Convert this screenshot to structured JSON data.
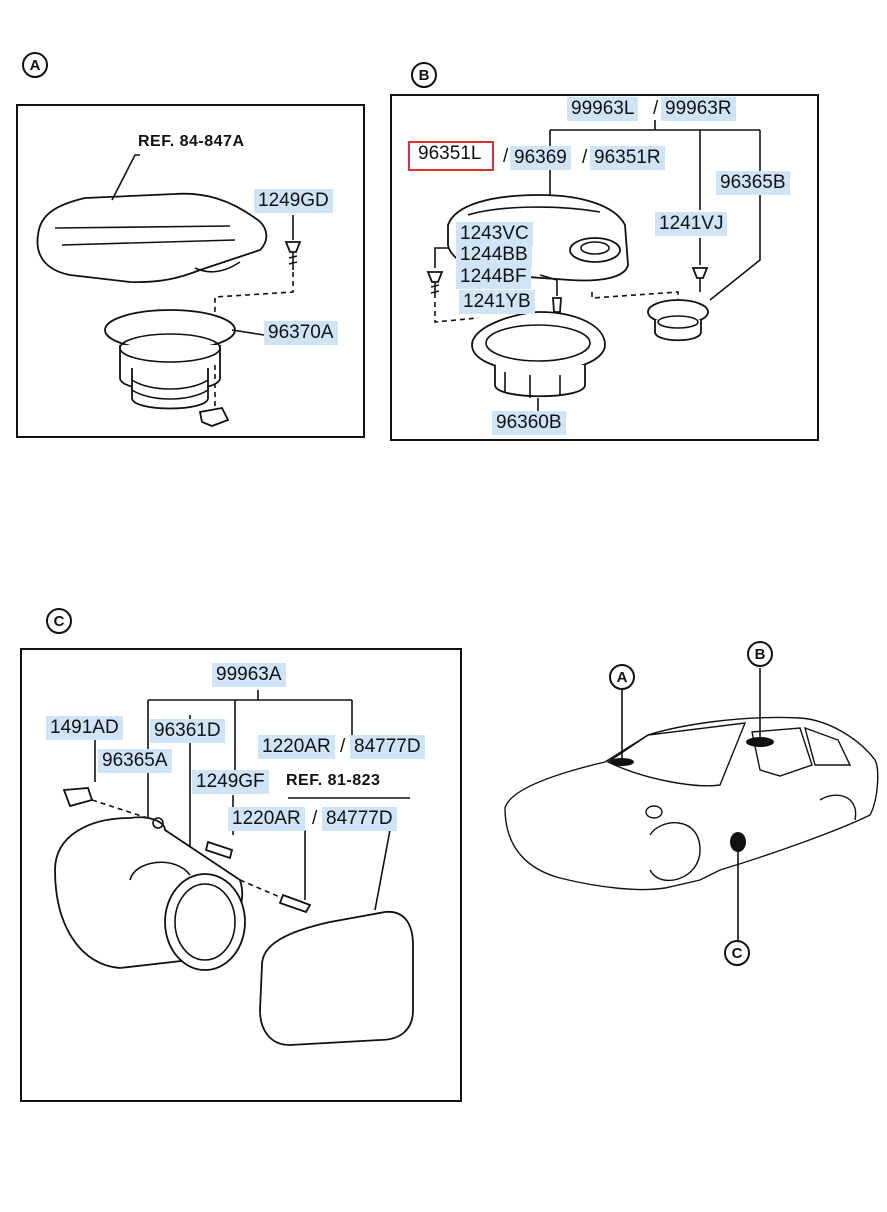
{
  "sections": {
    "a": {
      "badge": "A",
      "ref": "REF. 84-847A",
      "parts": [
        "1249GD",
        "96370A"
      ]
    },
    "b": {
      "badge": "B",
      "parts": {
        "p99963L": "99963L",
        "p99963R": "99963R",
        "p96351L": "96351L",
        "p96369": "96369",
        "p96351R": "96351R",
        "p96365B": "96365B",
        "p1241VJ": "1241VJ",
        "p1243VC": "1243VC",
        "p1244BB": "1244BB",
        "p1244BF": "1244BF",
        "p1241YB": "1241YB",
        "p96360B": "96360B"
      },
      "selected": "96351L"
    },
    "c": {
      "badge": "C",
      "ref": "REF. 81-823",
      "parts": {
        "p99963A": "99963A",
        "p1491AD": "1491AD",
        "p96361D": "96361D",
        "p1220AR_top": "1220AR",
        "p84777D_top": "84777D",
        "p96365A": "96365A",
        "p1249GF": "1249GF",
        "p1220AR_mid": "1220AR",
        "p84777D_mid": "84777D"
      }
    },
    "car": {
      "callouts": [
        "A",
        "B",
        "C"
      ]
    }
  },
  "separator": "/"
}
